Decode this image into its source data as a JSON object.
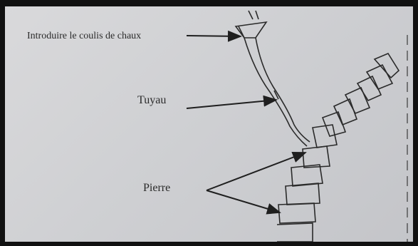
{
  "labels": {
    "intro": "Introduire le coulis de chaux",
    "tuyau": "Tuyau",
    "pierre": "Pierre"
  },
  "colors": {
    "ink": "#2a2a2a",
    "paper": "#d2d3d6",
    "frame": "#111111"
  }
}
